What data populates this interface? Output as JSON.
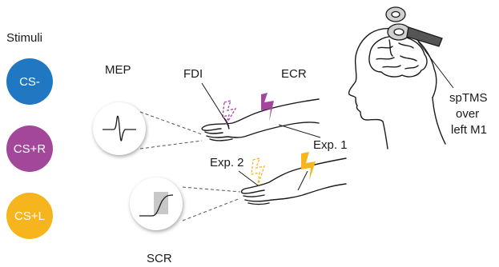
{
  "stimuli": {
    "title": "Stimuli",
    "items": [
      {
        "label": "CS-",
        "color": "#1f78c1"
      },
      {
        "label": "CS+R",
        "color": "#a3479b"
      },
      {
        "label": "CS+L",
        "color": "#f7b51d"
      }
    ]
  },
  "labels": {
    "mep": "MEP",
    "scr": "SCR",
    "fdi": "FDI",
    "ecr": "ECR",
    "exp1": "Exp. 1",
    "exp2": "Exp. 2",
    "tms_line1": "spTMS",
    "tms_line2": "over",
    "tms_line3": "left M1"
  },
  "icons": {
    "coil": "tms-coil-icon",
    "head": "head-brain-icon",
    "bolt_purple": "lightning-bolt-icon",
    "bolt_yellow": "lightning-bolt-icon"
  },
  "colors": {
    "purple": "#a3479b",
    "yellow": "#f7b51d",
    "line": "#1a1a1a"
  }
}
